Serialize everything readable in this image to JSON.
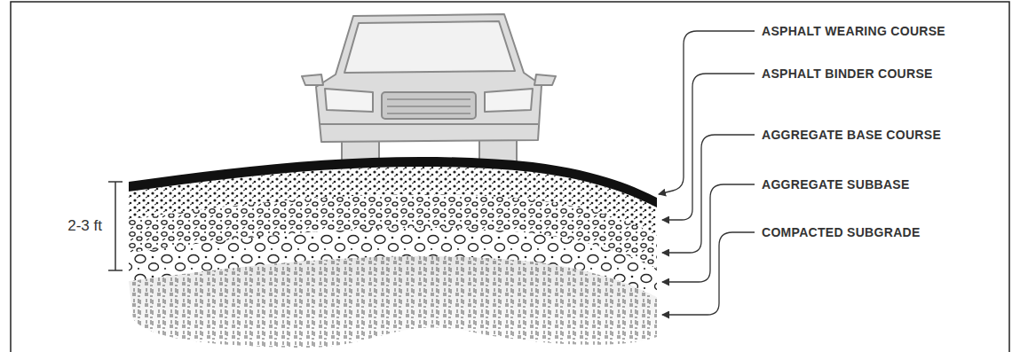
{
  "diagram": {
    "labels": [
      "2-3 ft",
      "ASPHALT WEARING COURSE",
      "ASPHALT BINDER COURSE",
      "AGGREGATE BASE COURSE",
      "AGGREGATE SUBBASE",
      "COMPACTED SUBGRADE"
    ]
  }
}
